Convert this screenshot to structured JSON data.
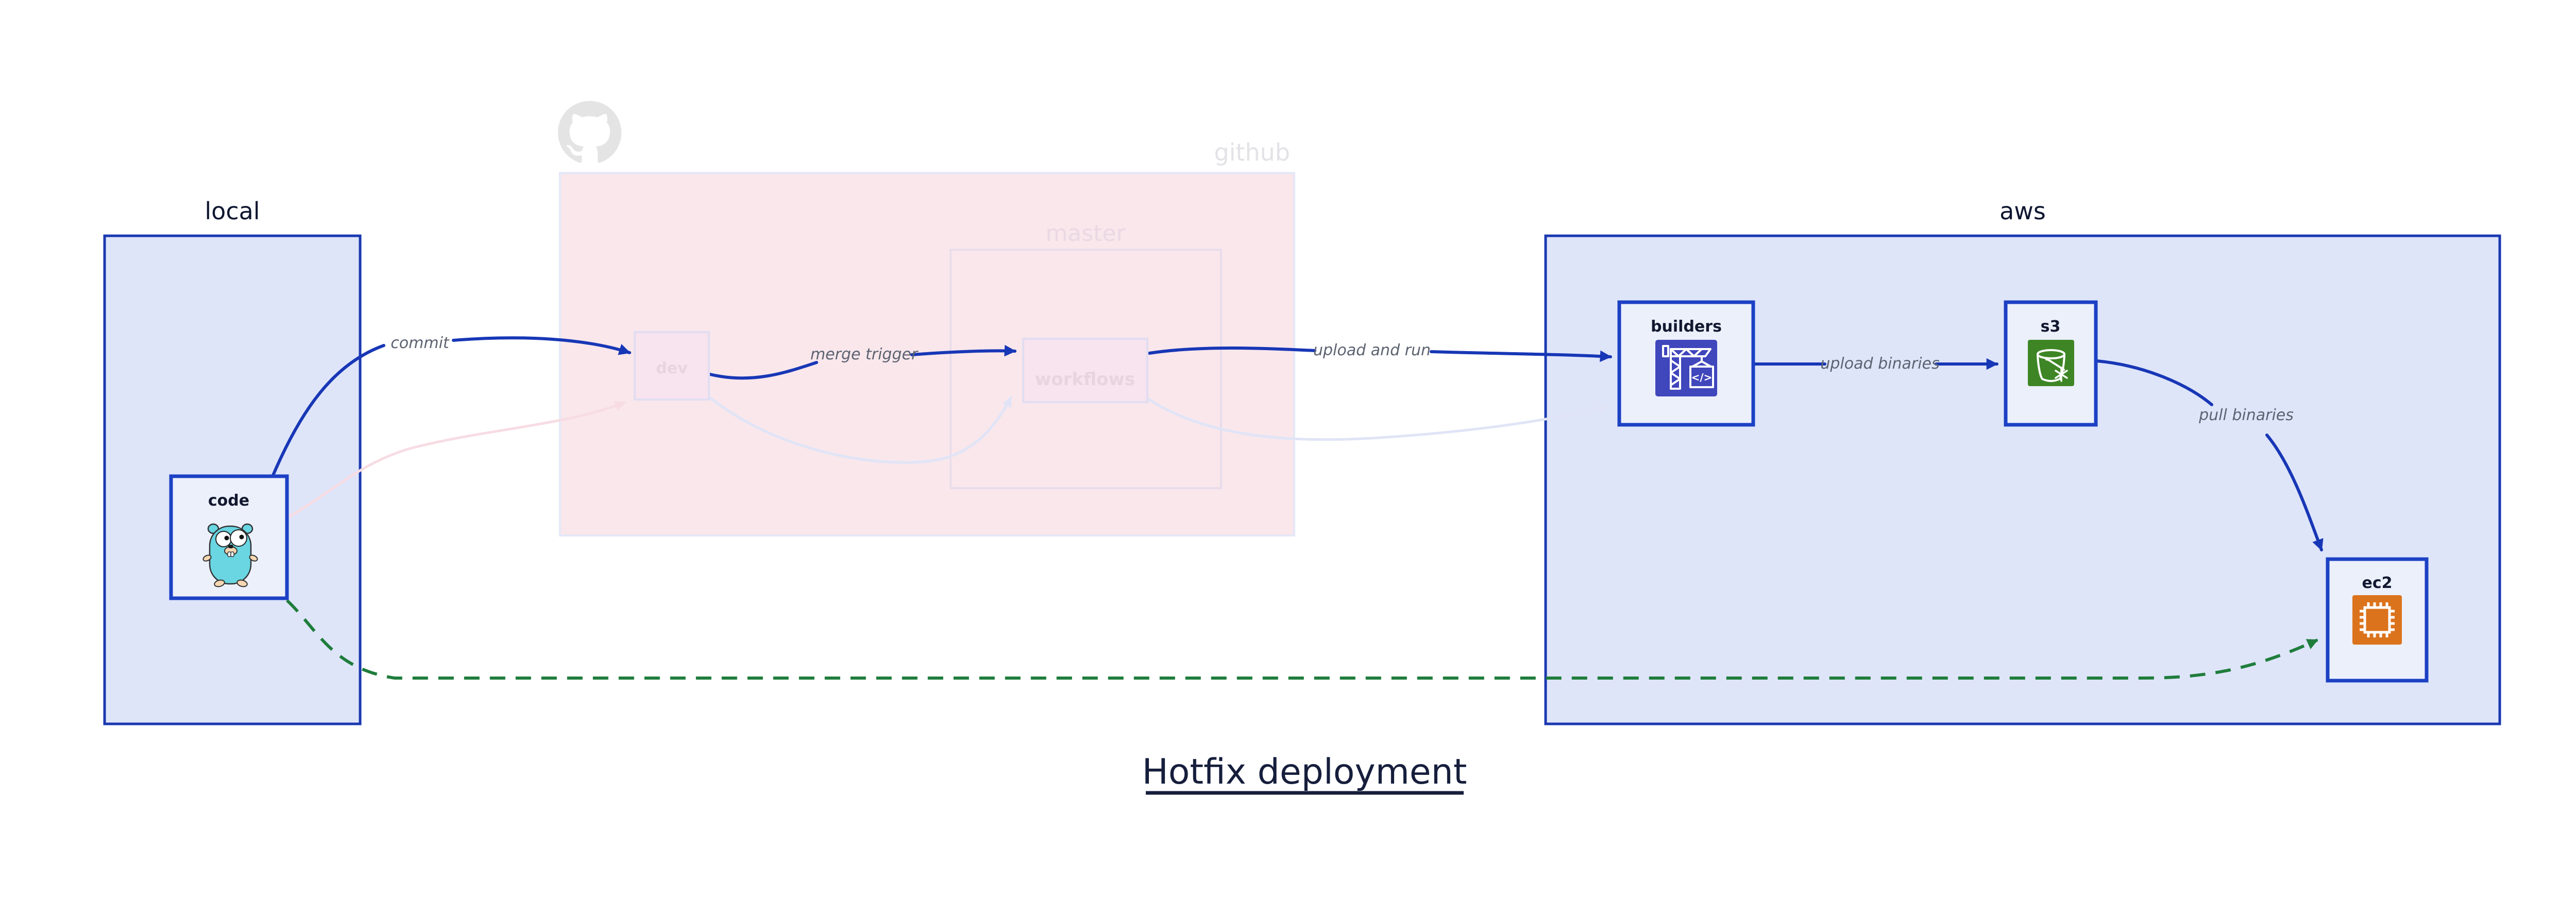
{
  "title": "Hotfix deployment",
  "groups": {
    "local": {
      "label": "local"
    },
    "github": {
      "label": "github"
    },
    "master": {
      "label": "master"
    },
    "aws": {
      "label": "aws"
    }
  },
  "nodes": {
    "code": {
      "label": "code",
      "icon": "go-gopher-icon"
    },
    "dev": {
      "label": "dev"
    },
    "workflows": {
      "label": "workflows"
    },
    "builders": {
      "label": "builders",
      "icon": "codebuild-crane-icon",
      "glyph": "</>"
    },
    "s3": {
      "label": "s3",
      "icon": "s3-bucket-icon"
    },
    "ec2": {
      "label": "ec2",
      "icon": "ec2-chip-icon"
    }
  },
  "edges": {
    "commit": {
      "label": "commit",
      "from": "code",
      "to": "dev",
      "style": "solid-blue"
    },
    "merge_trigger": {
      "label": "merge trigger",
      "from": "dev",
      "to": "workflows",
      "style": "solid-blue"
    },
    "upload_and_run": {
      "label": "upload and run",
      "from": "workflows",
      "to": "builders",
      "style": "solid-blue"
    },
    "upload_binaries": {
      "label": "upload binaries",
      "from": "builders",
      "to": "s3",
      "style": "solid-blue"
    },
    "pull_binaries": {
      "label": "pull binaries",
      "from": "s3",
      "to": "ec2",
      "style": "solid-blue"
    },
    "hotfix_path": {
      "label": "",
      "from": "code",
      "to": "ec2",
      "style": "dashed-green"
    },
    "faded_code_dev": {
      "label": "",
      "from": "code",
      "to": "dev",
      "style": "faded-pink"
    },
    "faded_dev_workflows": {
      "label": "",
      "from": "dev",
      "to": "workflows",
      "style": "faded-lavender"
    },
    "faded_workflows_builders": {
      "label": "",
      "from": "workflows",
      "to": "builders",
      "style": "faded-lavender"
    }
  },
  "colors": {
    "background": "#ffffff",
    "group_fill": "#dee5f9",
    "group_border": "#1a38b0",
    "node_fill": "#ecf0fb",
    "node_border": "#1c41c4",
    "github_fill": "#f9e7ec",
    "github_border": "#e4e8f7",
    "faded_node_border": "#e2ddf1",
    "faded_text": "#e8d4e0",
    "arrow_blue": "#1837b6",
    "arrow_green": "#1f7d3c",
    "arrow_faded_pink": "#f7dce3",
    "arrow_faded_lavender": "#e0e4f6",
    "edge_label_gray": "#5c6370",
    "title_navy": "#161e3c",
    "builders_icon_bg": "#4046bc",
    "s3_icon_bg": "#3e8625",
    "ec2_icon_bg": "#db731c",
    "gopher_teal": "#69d6e2",
    "octocat_gray": "#e4e4e4"
  }
}
